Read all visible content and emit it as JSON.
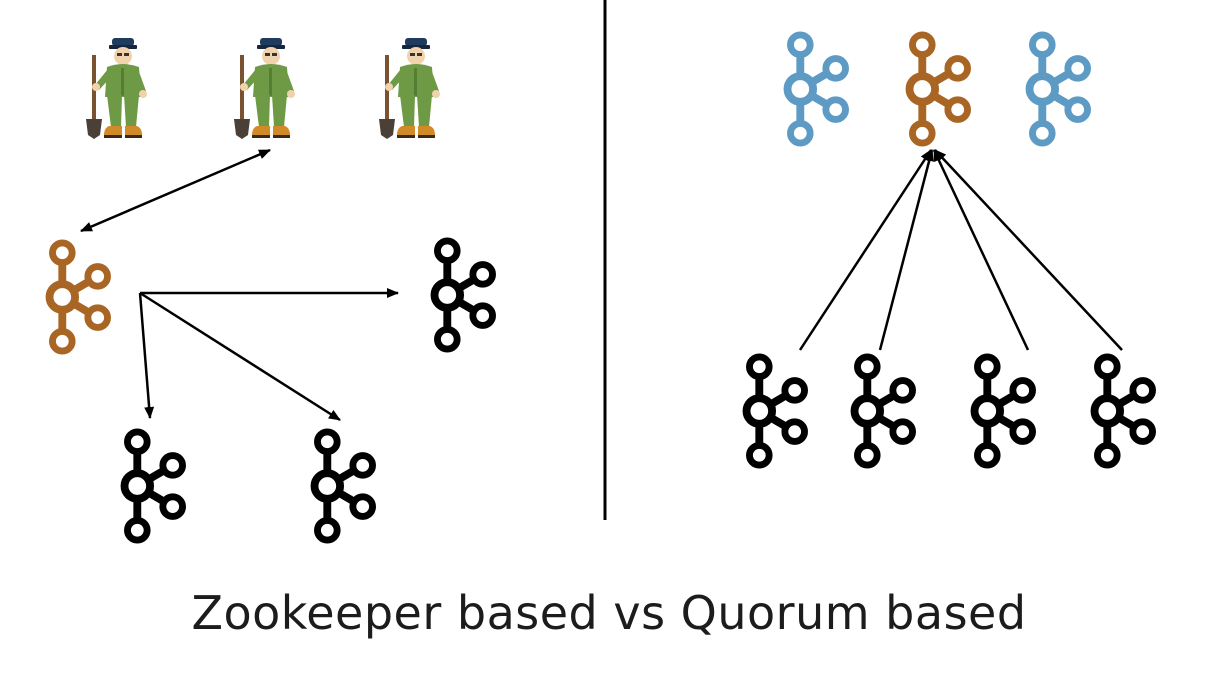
{
  "caption": "Zookeeper based vs Quorum based",
  "colors": {
    "leader": "#a86523",
    "voter": "#5d9ac4",
    "broker": "#000000",
    "zookeeper_uniform": "#6e9a45",
    "zookeeper_cap": "#1f3b5e",
    "zookeeper_boots": "#d08a28",
    "zookeeper_shovel": "#7a5230",
    "divider": "#000000"
  },
  "left_panel": {
    "zookeepers": [
      {
        "icon": "zookeeper-keeper-icon"
      },
      {
        "icon": "zookeeper-keeper-icon"
      },
      {
        "icon": "zookeeper-keeper-icon"
      }
    ],
    "controller": {
      "icon": "kafka-broker-icon",
      "color_role": "leader"
    },
    "brokers": [
      {
        "icon": "kafka-broker-icon",
        "color_role": "broker"
      },
      {
        "icon": "kafka-broker-icon",
        "color_role": "broker"
      },
      {
        "icon": "kafka-broker-icon",
        "color_role": "broker"
      }
    ]
  },
  "right_panel": {
    "quorum": [
      {
        "icon": "kafka-broker-icon",
        "color_role": "voter"
      },
      {
        "icon": "kafka-broker-icon",
        "color_role": "leader"
      },
      {
        "icon": "kafka-broker-icon",
        "color_role": "voter"
      }
    ],
    "brokers": [
      {
        "icon": "kafka-broker-icon",
        "color_role": "broker"
      },
      {
        "icon": "kafka-broker-icon",
        "color_role": "broker"
      },
      {
        "icon": "kafka-broker-icon",
        "color_role": "broker"
      },
      {
        "icon": "kafka-broker-icon",
        "color_role": "broker"
      }
    ]
  }
}
